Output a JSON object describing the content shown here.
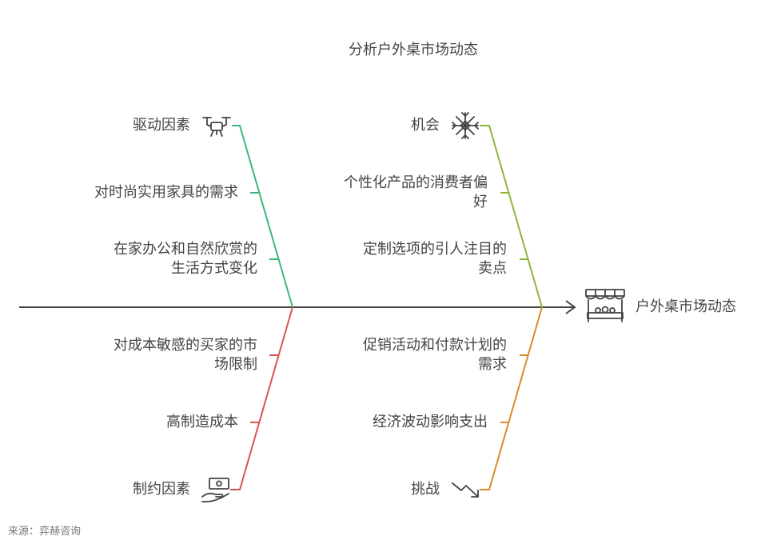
{
  "title": "分析户外桌市场动态",
  "head_label": "户外桌市场动态",
  "source": "来源：弈赫咨询",
  "colors": {
    "spine": "#444444",
    "drivers": "#3cb878",
    "opportunities": "#8db63b",
    "constraints": "#d9534f",
    "challenges": "#d98a2b"
  },
  "categories": {
    "drivers": {
      "label": "驱动因素",
      "icon": "drone-icon",
      "items": [
        "对时尚实用家具的需求",
        [
          "在家办公和自然欣赏的",
          "生活方式变化"
        ]
      ]
    },
    "opportunities": {
      "label": "机会",
      "icon": "snowflake-icon",
      "items": [
        [
          "个性化产品的消费者偏",
          "好"
        ],
        [
          "定制选项的引人注目的",
          "卖点"
        ]
      ]
    },
    "constraints": {
      "label": "制约因素",
      "icon": "money-hand-icon",
      "items": [
        [
          "对成本敏感的买家的市",
          "场限制"
        ],
        "高制造成本"
      ]
    },
    "challenges": {
      "label": "挑战",
      "icon": "trend-down-icon",
      "items": [
        [
          "促销活动和付款计划的",
          "需求"
        ],
        "经济波动影响支出"
      ]
    }
  }
}
